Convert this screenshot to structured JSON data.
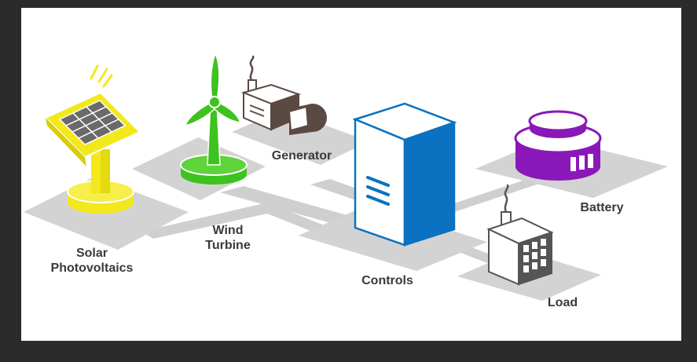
{
  "colors": {
    "solar": "#f2e81c",
    "wind": "#3dc21f",
    "generator": "#5b4a42",
    "controls": "#0a72c0",
    "battery": "#8a18b8",
    "load": "#555555",
    "pad": "#d3d3d3",
    "path": "#cfcfcf"
  },
  "components": {
    "solar": {
      "name_line1": "Solar",
      "name_line2": "Photovoltaics",
      "icon": "solar-panel-icon"
    },
    "wind": {
      "name_line1": "Wind",
      "name_line2": "Turbine",
      "icon": "wind-turbine-icon"
    },
    "generator": {
      "name": "Generator",
      "icon": "generator-icon"
    },
    "controls": {
      "name": "Controls",
      "icon": "controls-cabinet-icon"
    },
    "battery": {
      "name": "Battery",
      "icon": "battery-icon"
    },
    "load": {
      "name": "Load",
      "icon": "building-icon"
    }
  }
}
